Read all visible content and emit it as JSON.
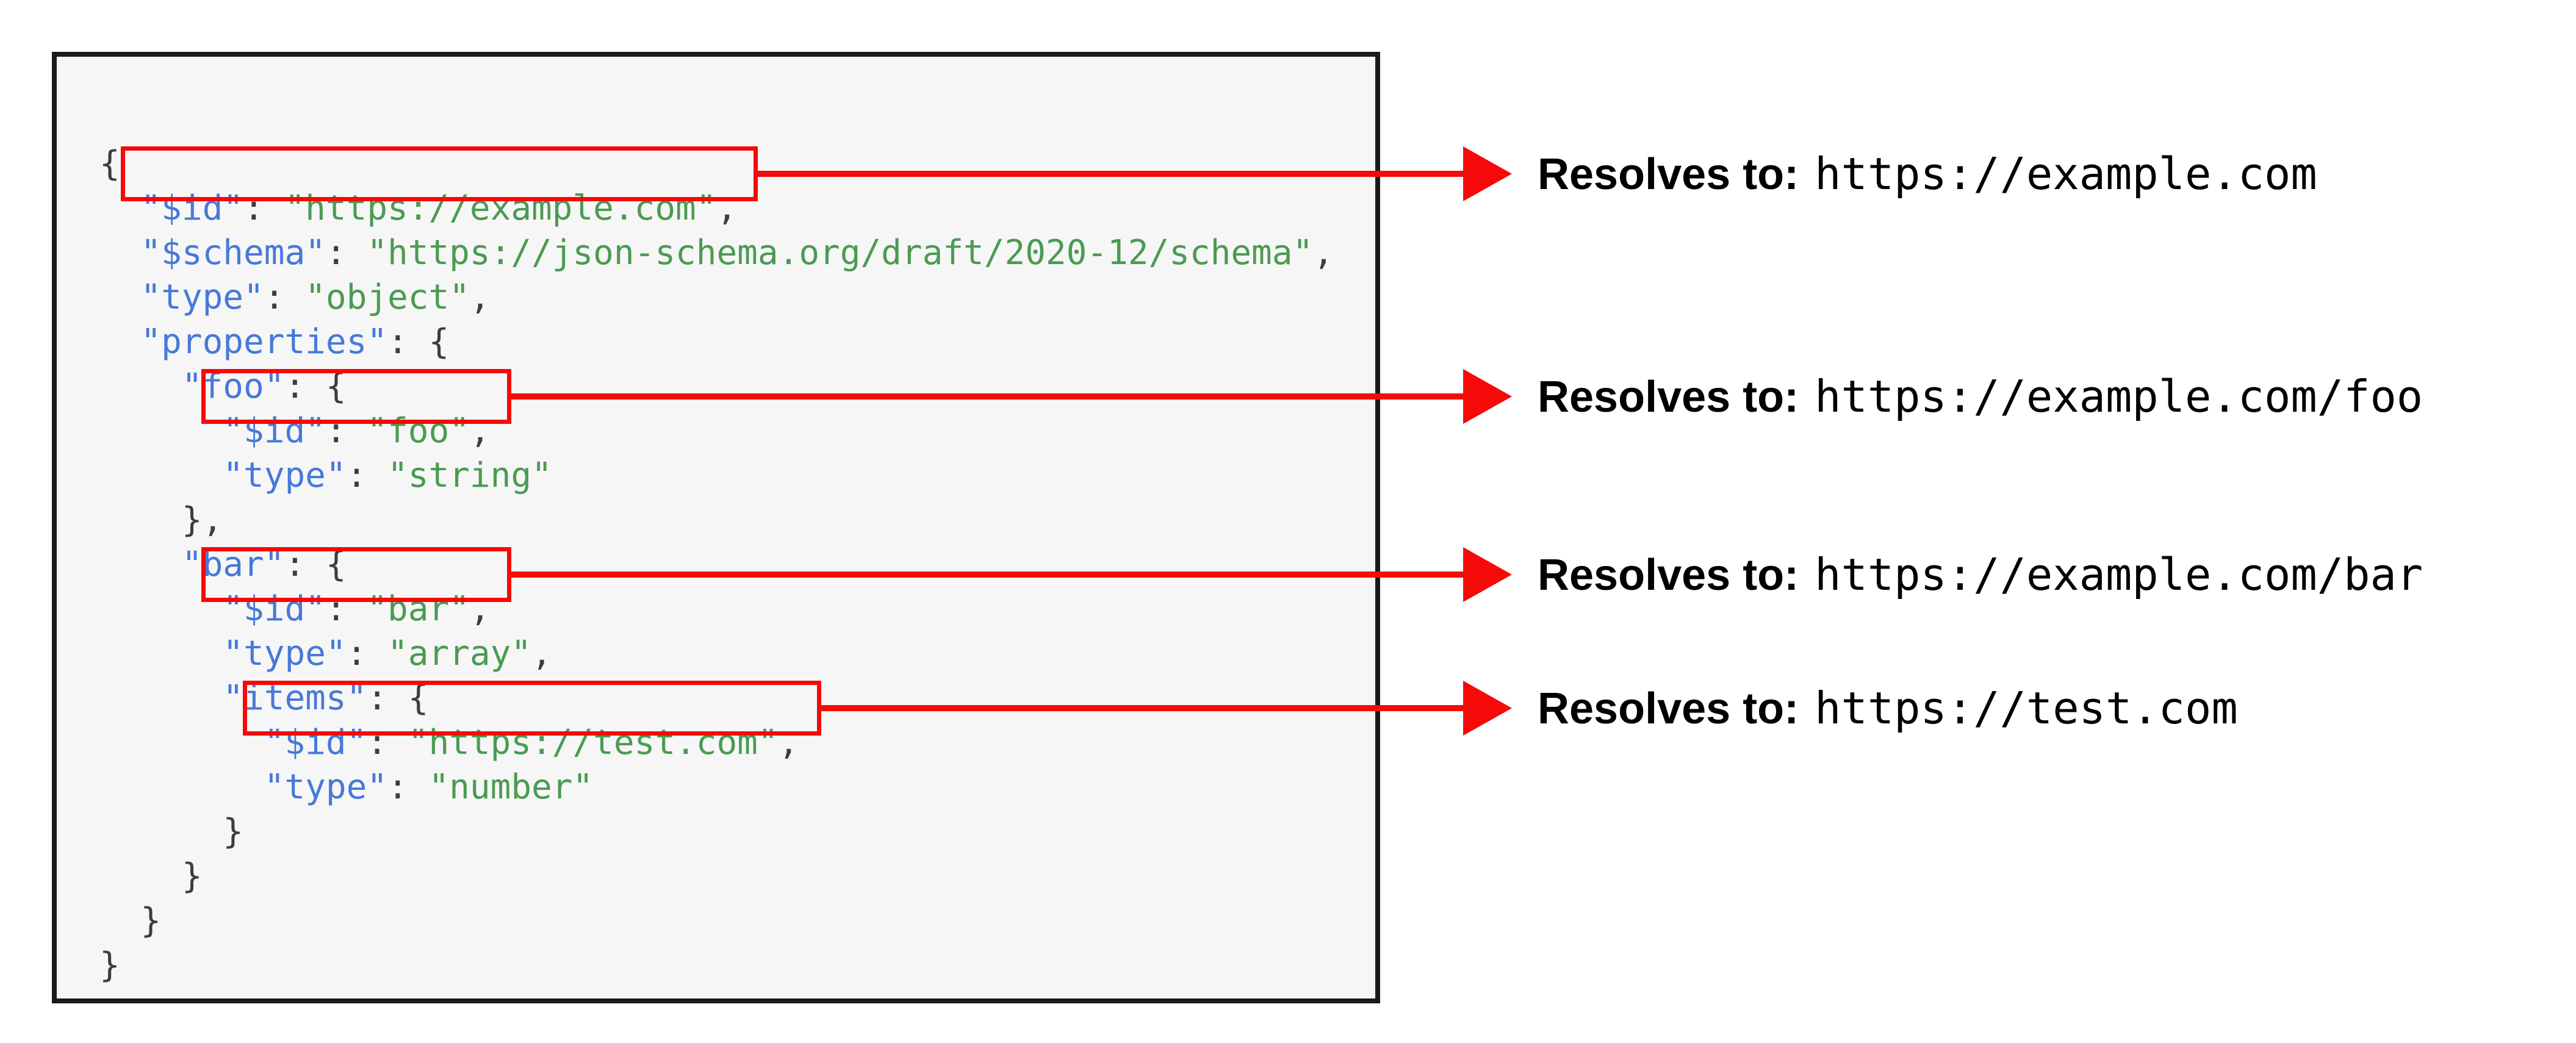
{
  "code": {
    "lines": [
      [
        [
          "p",
          "{"
        ]
      ],
      [
        [
          "p",
          "  "
        ],
        [
          "k",
          "\"$id\""
        ],
        [
          "p",
          ": "
        ],
        [
          "s",
          "\"https://example.com\""
        ],
        [
          "p",
          ","
        ]
      ],
      [
        [
          "p",
          "  "
        ],
        [
          "k",
          "\"$schema\""
        ],
        [
          "p",
          ": "
        ],
        [
          "s",
          "\"https://json-schema.org/draft/2020-12/schema\""
        ],
        [
          "p",
          ","
        ]
      ],
      [
        [
          "p",
          "  "
        ],
        [
          "k",
          "\"type\""
        ],
        [
          "p",
          ": "
        ],
        [
          "s",
          "\"object\""
        ],
        [
          "p",
          ","
        ]
      ],
      [
        [
          "p",
          "  "
        ],
        [
          "k",
          "\"properties\""
        ],
        [
          "p",
          ": {"
        ]
      ],
      [
        [
          "p",
          "    "
        ],
        [
          "k",
          "\"foo\""
        ],
        [
          "p",
          ": {"
        ]
      ],
      [
        [
          "p",
          "      "
        ],
        [
          "k",
          "\"$id\""
        ],
        [
          "p",
          ": "
        ],
        [
          "s",
          "\"foo\""
        ],
        [
          "p",
          ","
        ]
      ],
      [
        [
          "p",
          "      "
        ],
        [
          "k",
          "\"type\""
        ],
        [
          "p",
          ": "
        ],
        [
          "s",
          "\"string\""
        ]
      ],
      [
        [
          "p",
          "    },"
        ]
      ],
      [
        [
          "p",
          "    "
        ],
        [
          "k",
          "\"bar\""
        ],
        [
          "p",
          ": {"
        ]
      ],
      [
        [
          "p",
          "      "
        ],
        [
          "k",
          "\"$id\""
        ],
        [
          "p",
          ": "
        ],
        [
          "s",
          "\"bar\""
        ],
        [
          "p",
          ","
        ]
      ],
      [
        [
          "p",
          "      "
        ],
        [
          "k",
          "\"type\""
        ],
        [
          "p",
          ": "
        ],
        [
          "s",
          "\"array\""
        ],
        [
          "p",
          ","
        ]
      ],
      [
        [
          "p",
          "      "
        ],
        [
          "k",
          "\"items\""
        ],
        [
          "p",
          ": {"
        ]
      ],
      [
        [
          "p",
          "        "
        ],
        [
          "k",
          "\"$id\""
        ],
        [
          "p",
          ": "
        ],
        [
          "s",
          "\"https://test.com\""
        ],
        [
          "p",
          ","
        ]
      ],
      [
        [
          "p",
          "        "
        ],
        [
          "k",
          "\"type\""
        ],
        [
          "p",
          ": "
        ],
        [
          "s",
          "\"number\""
        ]
      ],
      [
        [
          "p",
          "      }"
        ]
      ],
      [
        [
          "p",
          "    }"
        ]
      ],
      [
        [
          "p",
          "  }"
        ]
      ],
      [
        [
          "p",
          "}"
        ]
      ]
    ]
  },
  "annotations": [
    {
      "label": "Resolves to:",
      "url": "https://example.com"
    },
    {
      "label": "Resolves to:",
      "url": "https://example.com/foo"
    },
    {
      "label": "Resolves to:",
      "url": "https://example.com/bar"
    },
    {
      "label": "Resolves to:",
      "url": "https://test.com"
    }
  ],
  "colors": {
    "key": "#4679d9",
    "string": "#4a9b52",
    "punctuation": "#3d3d3d",
    "highlight": "#f60909",
    "panel-background": "#f6f6f6",
    "panel-border": "#1a1a1a"
  }
}
